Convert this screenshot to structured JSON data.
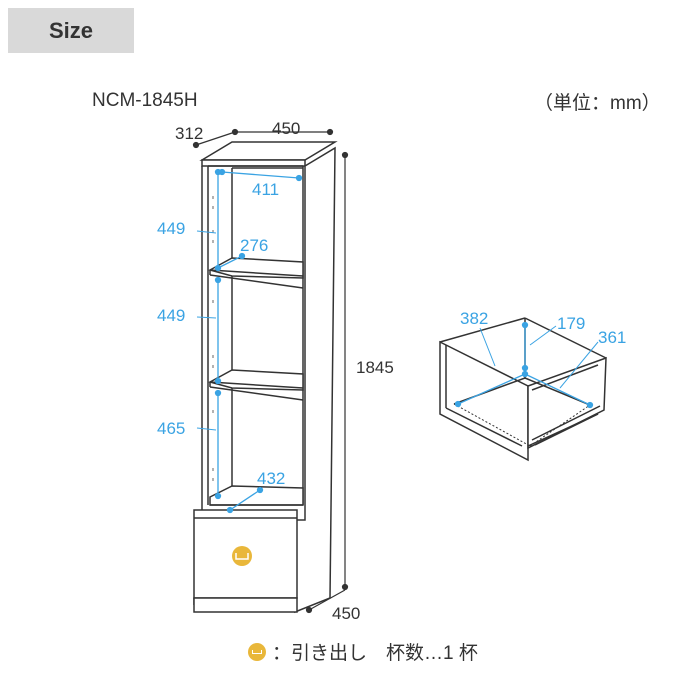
{
  "header": {
    "tab_label": "Size"
  },
  "model": "NCM-1845H",
  "unit": "（単位：mm）",
  "shelf": {
    "depth_top": "312",
    "width_top": "450",
    "height": "1845",
    "base_depth": "450",
    "inner_width": "411",
    "shelf_depth": "276",
    "bottom_inner": "432",
    "section_heights": [
      "449",
      "449",
      "465"
    ]
  },
  "drawer": {
    "width": "382",
    "height": "179",
    "depth": "361"
  },
  "legend": {
    "text": "：引き出し　杯数…1 杯",
    "icon": "drawer-handle-icon"
  },
  "colors": {
    "accent": "#3aa3e3",
    "line": "#333333",
    "handle": "#e9b73a",
    "tab_bg": "#d9d9d9"
  }
}
